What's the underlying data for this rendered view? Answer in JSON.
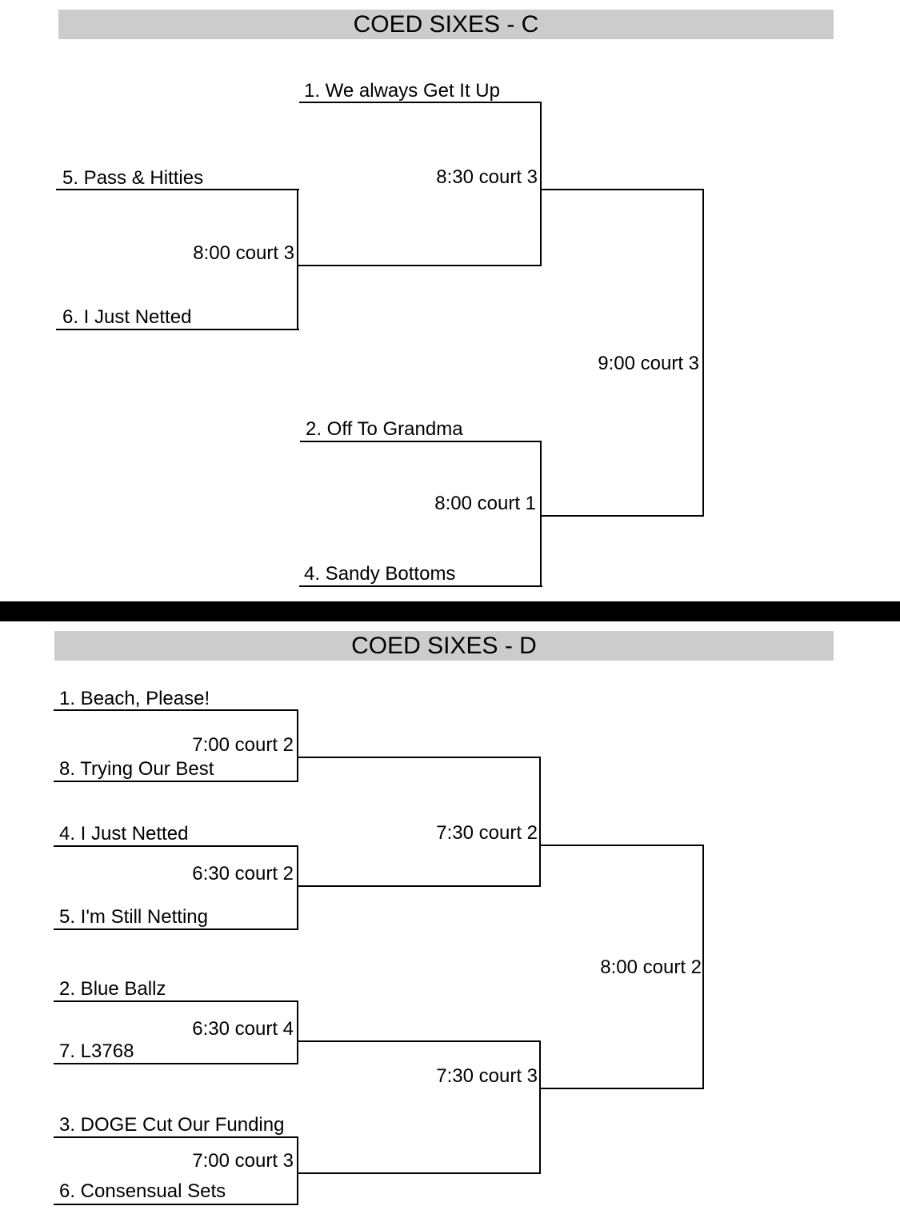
{
  "colors": {
    "background": "#ffffff",
    "title_bar": "#cccccc",
    "line": "#000000",
    "divider": "#000000",
    "text": "#000000"
  },
  "brackets": {
    "c": {
      "title": "COED SIXES - C",
      "teams": {
        "seed1": "1. We always Get It Up",
        "seed5": "5. Pass & Hitties",
        "seed6": "6. I Just Netted",
        "seed2": "2. Off To Grandma",
        "seed4": "4. Sandy Bottoms"
      },
      "labels": {
        "match_5v6": "8:00 court 3",
        "match_1_winner56": "8:30 court 3",
        "match_2v4": "8:00 court 1",
        "final": "9:00 court 3"
      }
    },
    "d": {
      "title": "COED SIXES - D",
      "teams": {
        "seed1": "1. Beach, Please!",
        "seed8": "8. Trying Our Best",
        "seed4": "4. I Just Netted",
        "seed5": "5. I'm Still Netting",
        "seed2": "2. Blue Ballz",
        "seed7": "7. L3768",
        "seed3": "3. DOGE Cut Our Funding",
        "seed6": "6. Consensual Sets"
      },
      "labels": {
        "match_1v8": "7:00 court 2",
        "match_4v5": "6:30 court 2",
        "semi_top": "7:30 court 2",
        "match_2v7": "6:30 court 4",
        "match_3v6": "7:00 court 3",
        "semi_bottom": "7:30 court 3",
        "final": "8:00 court 2"
      }
    }
  }
}
